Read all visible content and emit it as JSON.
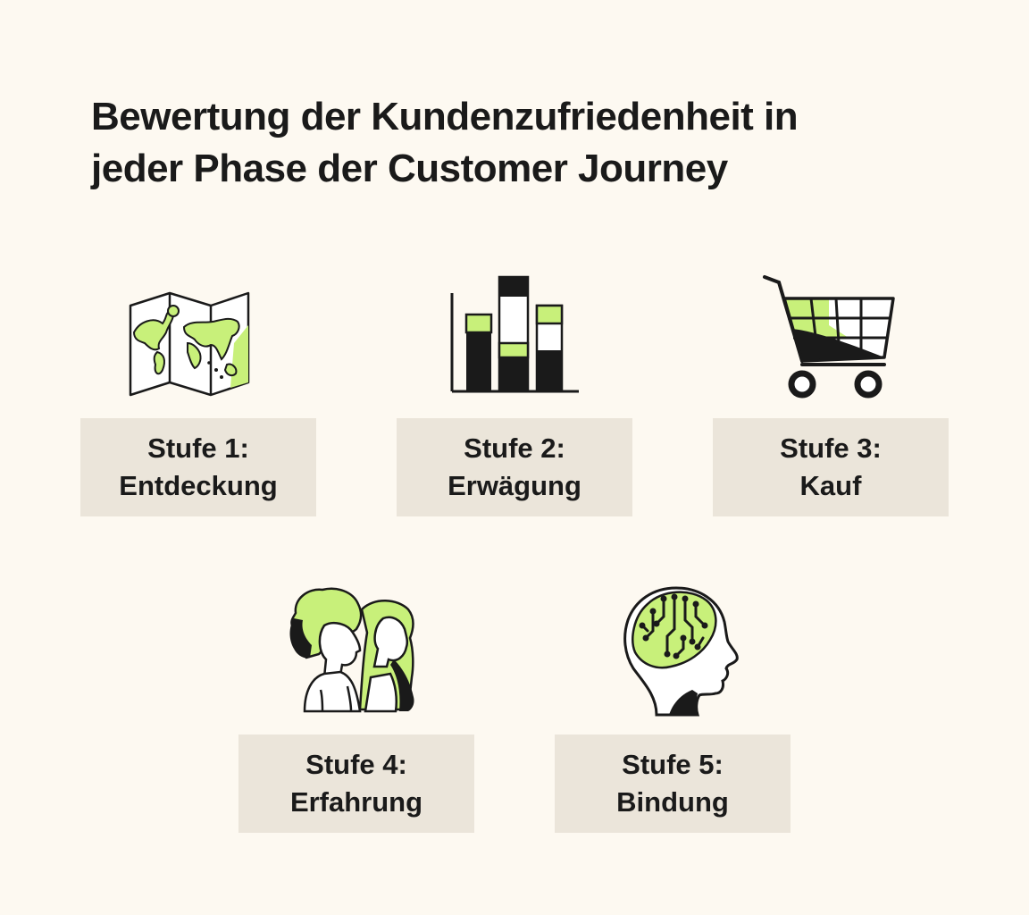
{
  "title": {
    "line1": "Bewertung der Kundenzufriedenheit in",
    "line2": "jeder Phase der Customer Journey"
  },
  "colors": {
    "background": "#fdf9f1",
    "card": "#ebe5da",
    "accent": "#c8f07a",
    "ink": "#1a1a1a"
  },
  "stages": [
    {
      "line1": "Stufe 1:",
      "line2": "Entdeckung",
      "icon": "map-icon"
    },
    {
      "line1": "Stufe 2:",
      "line2": "Erwägung",
      "icon": "bar-chart-icon"
    },
    {
      "line1": "Stufe 3:",
      "line2": "Kauf",
      "icon": "shopping-cart-icon"
    },
    {
      "line1": "Stufe 4:",
      "line2": "Erfahrung",
      "icon": "two-people-icon"
    },
    {
      "line1": "Stufe 5:",
      "line2": "Bindung",
      "icon": "circuit-brain-head-icon"
    }
  ]
}
